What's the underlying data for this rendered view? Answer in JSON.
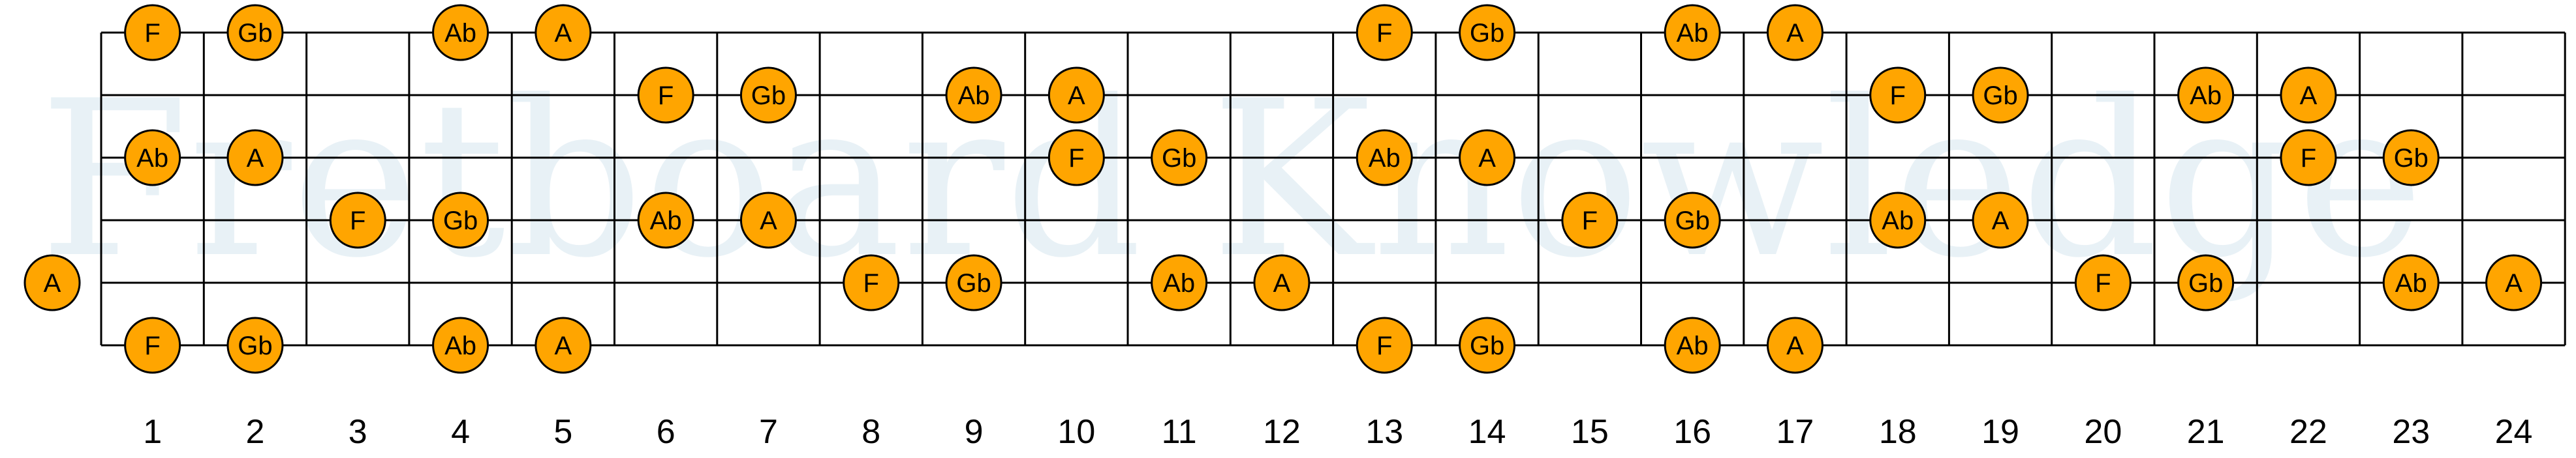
{
  "watermark": "Fretboard Knowledge",
  "colors": {
    "note_fill": "#ffa500",
    "note_stroke": "#000000",
    "lines": "#000000",
    "watermark": "#d7e6ef"
  },
  "fret_numbers": [
    "1",
    "2",
    "3",
    "4",
    "5",
    "6",
    "7",
    "8",
    "9",
    "10",
    "11",
    "12",
    "13",
    "14",
    "15",
    "16",
    "17",
    "18",
    "19",
    "20",
    "21",
    "22",
    "23",
    "24"
  ],
  "notes": [
    {
      "string": 1,
      "fret": 1,
      "label": "F"
    },
    {
      "string": 1,
      "fret": 2,
      "label": "Gb"
    },
    {
      "string": 1,
      "fret": 4,
      "label": "Ab"
    },
    {
      "string": 1,
      "fret": 5,
      "label": "A"
    },
    {
      "string": 1,
      "fret": 13,
      "label": "F"
    },
    {
      "string": 1,
      "fret": 14,
      "label": "Gb"
    },
    {
      "string": 1,
      "fret": 16,
      "label": "Ab"
    },
    {
      "string": 1,
      "fret": 17,
      "label": "A"
    },
    {
      "string": 2,
      "fret": 6,
      "label": "F"
    },
    {
      "string": 2,
      "fret": 7,
      "label": "Gb"
    },
    {
      "string": 2,
      "fret": 9,
      "label": "Ab"
    },
    {
      "string": 2,
      "fret": 10,
      "label": "A"
    },
    {
      "string": 2,
      "fret": 18,
      "label": "F"
    },
    {
      "string": 2,
      "fret": 19,
      "label": "Gb"
    },
    {
      "string": 2,
      "fret": 21,
      "label": "Ab"
    },
    {
      "string": 2,
      "fret": 22,
      "label": "A"
    },
    {
      "string": 3,
      "fret": 1,
      "label": "Ab"
    },
    {
      "string": 3,
      "fret": 2,
      "label": "A"
    },
    {
      "string": 3,
      "fret": 10,
      "label": "F"
    },
    {
      "string": 3,
      "fret": 11,
      "label": "Gb"
    },
    {
      "string": 3,
      "fret": 13,
      "label": "Ab"
    },
    {
      "string": 3,
      "fret": 14,
      "label": "A"
    },
    {
      "string": 3,
      "fret": 22,
      "label": "F"
    },
    {
      "string": 3,
      "fret": 23,
      "label": "Gb"
    },
    {
      "string": 4,
      "fret": 3,
      "label": "F"
    },
    {
      "string": 4,
      "fret": 4,
      "label": "Gb"
    },
    {
      "string": 4,
      "fret": 6,
      "label": "Ab"
    },
    {
      "string": 4,
      "fret": 7,
      "label": "A"
    },
    {
      "string": 4,
      "fret": 15,
      "label": "F"
    },
    {
      "string": 4,
      "fret": 16,
      "label": "Gb"
    },
    {
      "string": 4,
      "fret": 18,
      "label": "Ab"
    },
    {
      "string": 4,
      "fret": 19,
      "label": "A"
    },
    {
      "string": 5,
      "fret": 0,
      "label": "A"
    },
    {
      "string": 5,
      "fret": 8,
      "label": "F"
    },
    {
      "string": 5,
      "fret": 9,
      "label": "Gb"
    },
    {
      "string": 5,
      "fret": 11,
      "label": "Ab"
    },
    {
      "string": 5,
      "fret": 12,
      "label": "A"
    },
    {
      "string": 5,
      "fret": 20,
      "label": "F"
    },
    {
      "string": 5,
      "fret": 21,
      "label": "Gb"
    },
    {
      "string": 5,
      "fret": 23,
      "label": "Ab"
    },
    {
      "string": 5,
      "fret": 24,
      "label": "A"
    },
    {
      "string": 6,
      "fret": 1,
      "label": "F"
    },
    {
      "string": 6,
      "fret": 2,
      "label": "Gb"
    },
    {
      "string": 6,
      "fret": 4,
      "label": "Ab"
    },
    {
      "string": 6,
      "fret": 5,
      "label": "A"
    },
    {
      "string": 6,
      "fret": 13,
      "label": "F"
    },
    {
      "string": 6,
      "fret": 14,
      "label": "Gb"
    },
    {
      "string": 6,
      "fret": 16,
      "label": "Ab"
    },
    {
      "string": 6,
      "fret": 17,
      "label": "A"
    }
  ]
}
